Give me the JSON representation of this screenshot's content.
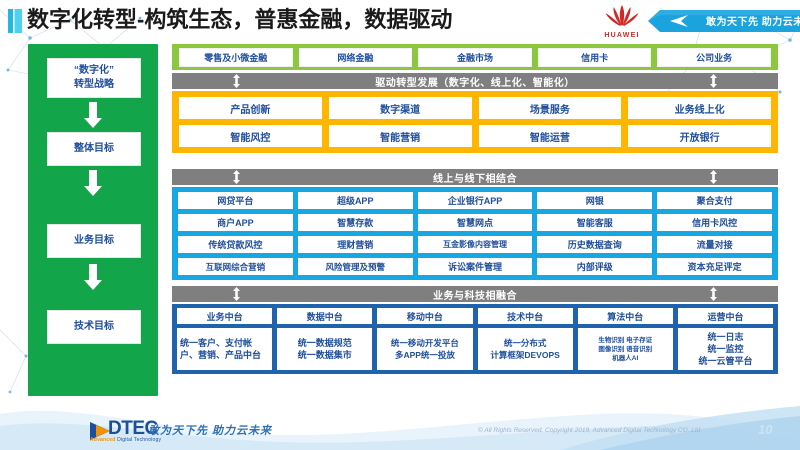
{
  "header": {
    "title": "数字化转型-构筑生态，普惠金融，数据驱动",
    "huawei_wordmark": "HUAWEI",
    "ribbon_text": "敢为天下先 助力云未来"
  },
  "left_column": {
    "items": [
      {
        "label": "“数字化”\n转型战略"
      },
      {
        "label": "整体目标"
      },
      {
        "label": "业务目标"
      },
      {
        "label": "技术目标"
      }
    ]
  },
  "business_lines": {
    "cells": [
      "零售及小微金融",
      "网络金融",
      "金融市场",
      "信用卡",
      "公司业务"
    ]
  },
  "orange_section": {
    "bar_title": "驱动转型发展（数字化、线上化、智能化）",
    "rows": [
      [
        "产品创新",
        "数字渠道",
        "场景服务",
        "业务线上化"
      ],
      [
        "智能风控",
        "智能营销",
        "智能运营",
        "开放银行"
      ]
    ]
  },
  "blue_section": {
    "bar_title": "线上与线下相结合",
    "rows": [
      [
        "网贷平台",
        "超级APP",
        "企业银行APP",
        "网银",
        "聚合支付"
      ],
      [
        "商户APP",
        "智慧存款",
        "智慧网点",
        "智能客服",
        "信用卡风控"
      ],
      [
        "传统贷款风控",
        "理财营销",
        "互金影像内容管理",
        "历史数据查询",
        "流量对接"
      ],
      [
        "互联网综合营销",
        "风险管理及预警",
        "诉讼案件管理",
        "内部评级",
        "资本充足评定"
      ]
    ]
  },
  "navy_section": {
    "bar_title": "业务与科技相融合",
    "columns": [
      {
        "head": "业务中台",
        "body": "统一客户、支付帐户、营销、产品中台",
        "style": "left"
      },
      {
        "head": "数据中台",
        "body": "统一数据规范\n统一数据集市",
        "style": "center"
      },
      {
        "head": "移动中台",
        "body": "统一移动开发平台\n多APP统一投放",
        "style": "center"
      },
      {
        "head": "技术中台",
        "body": "统一分布式\n计算框架DEVOPS",
        "style": "center"
      },
      {
        "head": "算法中台",
        "body": "生物识别 电子存证\n图像识别 语音识别\n机器人AI",
        "style": "tiny"
      },
      {
        "head": "运营中台",
        "body": "统一日志\n统一监控\n统一云管平台",
        "style": "center"
      }
    ]
  },
  "footer": {
    "logo_word": "DTEC",
    "logo_sub_bold": "Advanced",
    "logo_sub_rest": " Digital Technology",
    "slogan": "敢为天下先   助力云未来",
    "copyright": "© All Rights Reserved. Copyright 2019, Advanced Digital Technology CO.,Ltd",
    "page_number": "10"
  },
  "colors": {
    "green": "#13a54a",
    "light_green": "#8dc73f",
    "orange": "#ffb600",
    "blue": "#17a8e3",
    "navy": "#1f63ad",
    "gray_bar": "#7f7f7f",
    "text_blue": "#1f4e9c",
    "huawei_red": "#cf2a27"
  }
}
